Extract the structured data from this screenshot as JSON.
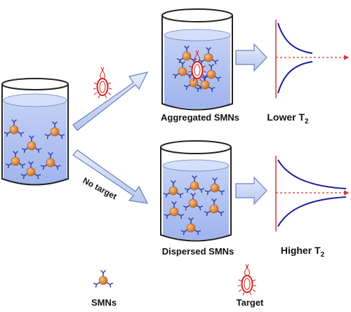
{
  "labels": {
    "aggregated": "Aggregated SMNs",
    "dispersed": "Dispersed SMNs",
    "lower": "Lower T",
    "higher": "Higher T",
    "subscript": "2",
    "no_target": "No target",
    "legend_smns": "SMNs",
    "legend_target": "Target"
  },
  "colors": {
    "liquid": "#a9bcf0",
    "liquid_dark": "#8ea6e8",
    "glass_stroke": "#222222",
    "arrow_fill": "#c9d6f4",
    "arrow_stroke": "#6d7fb8",
    "nanoparticle": "#e08a3a",
    "ligand": "#2b3a9c",
    "target": "#d22020",
    "curve": "#1a1aa0",
    "axis_red": "#e03030"
  }
}
